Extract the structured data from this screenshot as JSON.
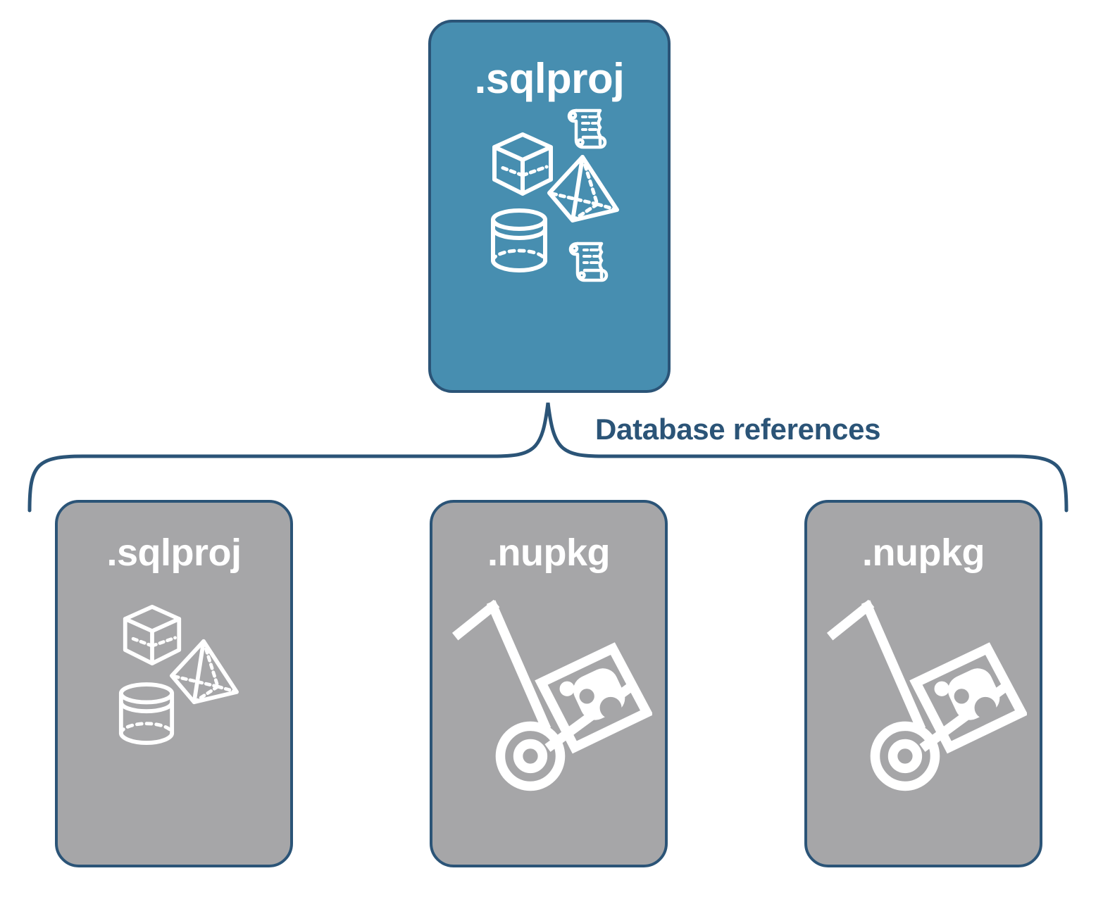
{
  "diagram": {
    "title_text": "Database references",
    "colors": {
      "accent_blue": "#478eb0",
      "border_navy": "#2b5477",
      "gray_fill": "#a6a6a8",
      "label_navy": "#2b5477",
      "icon_white": "#ffffff",
      "background": "#ffffff"
    },
    "top_node": {
      "label": ".sqlproj",
      "fill": "#478eb0",
      "icons": [
        "cube-icon",
        "pyramid-icon",
        "cylinder-icon",
        "scroll-icon",
        "scroll-icon"
      ]
    },
    "connector": {
      "label": "Database references",
      "style": "curly-brace"
    },
    "child_nodes": [
      {
        "label": ".sqlproj",
        "fill": "#a6a6a8",
        "icons": [
          "cube-icon",
          "pyramid-icon",
          "cylinder-icon"
        ]
      },
      {
        "label": ".nupkg",
        "fill": "#a6a6a8",
        "icons": [
          "nuget-hand-truck-icon"
        ]
      },
      {
        "label": ".nupkg",
        "fill": "#a6a6a8",
        "icons": [
          "nuget-hand-truck-icon"
        ]
      }
    ]
  }
}
